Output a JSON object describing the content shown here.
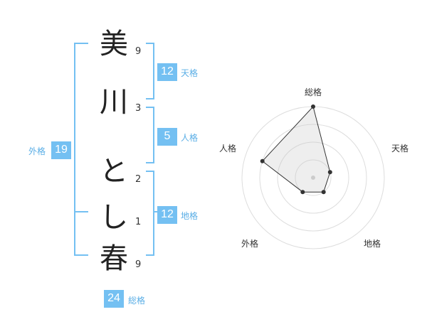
{
  "name": {
    "chars": [
      {
        "char": "美",
        "strokes": "9"
      },
      {
        "char": "川",
        "strokes": "3"
      },
      {
        "char": "と",
        "strokes": "2"
      },
      {
        "char": "し",
        "strokes": "1"
      },
      {
        "char": "春",
        "strokes": "9"
      }
    ]
  },
  "fortune": {
    "tenkaku": {
      "value": "12",
      "label": "天格"
    },
    "jinkaku": {
      "value": "5",
      "label": "人格"
    },
    "chikaku": {
      "value": "12",
      "label": "地格"
    },
    "gaikaku": {
      "value": "19",
      "label": "外格"
    },
    "soukaku": {
      "value": "24",
      "label": "総格"
    }
  },
  "colors": {
    "accent": "#74c0f2",
    "label": "#5aaee6"
  },
  "chart_data": {
    "type": "radar",
    "axes": [
      "総格",
      "天格",
      "地格",
      "外格",
      "人格"
    ],
    "values": [
      4,
      1,
      1,
      1,
      3
    ],
    "max": 4
  }
}
